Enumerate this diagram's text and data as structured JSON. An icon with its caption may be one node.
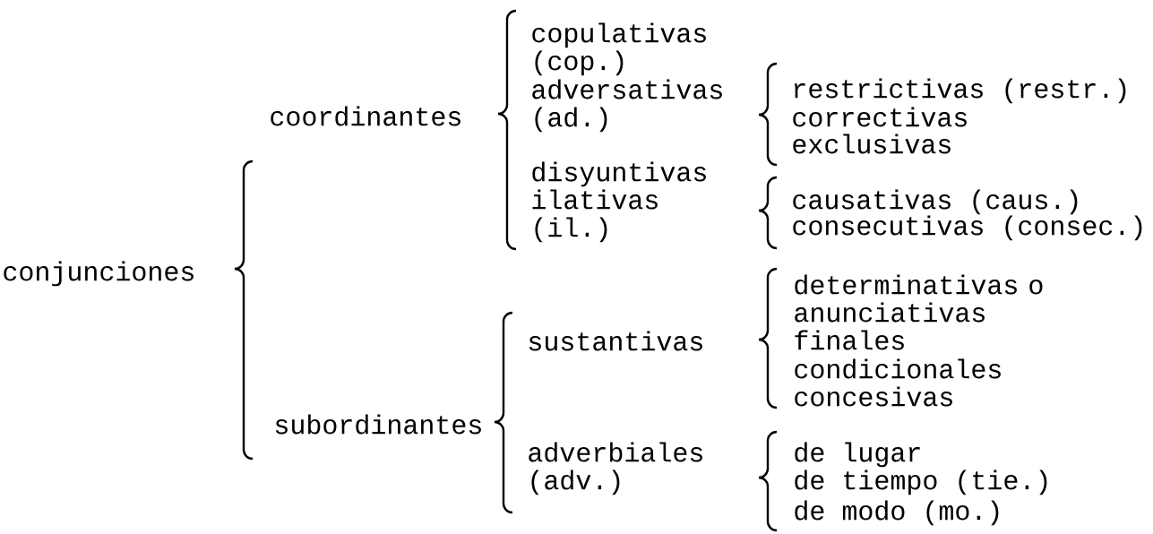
{
  "diagram": {
    "labels": [
      "conjunciones",
      "coordinantes",
      "copulativas (cop.)",
      "adversativas (ad.)",
      "restrictivas (restr.)",
      "correctivas",
      "exclusivas",
      "disyuntivas",
      "ilativas (il.)",
      "causativas (caus.)",
      "consecutivas (consec.)",
      "determinativas o anunciativas",
      "sustantivas",
      "finales",
      "condicionales",
      "concesivas",
      "subordinantes",
      "adverbiales (adv.)",
      "de lugar",
      "de tiempo (tie.)",
      "de modo (mo.)"
    ]
  }
}
